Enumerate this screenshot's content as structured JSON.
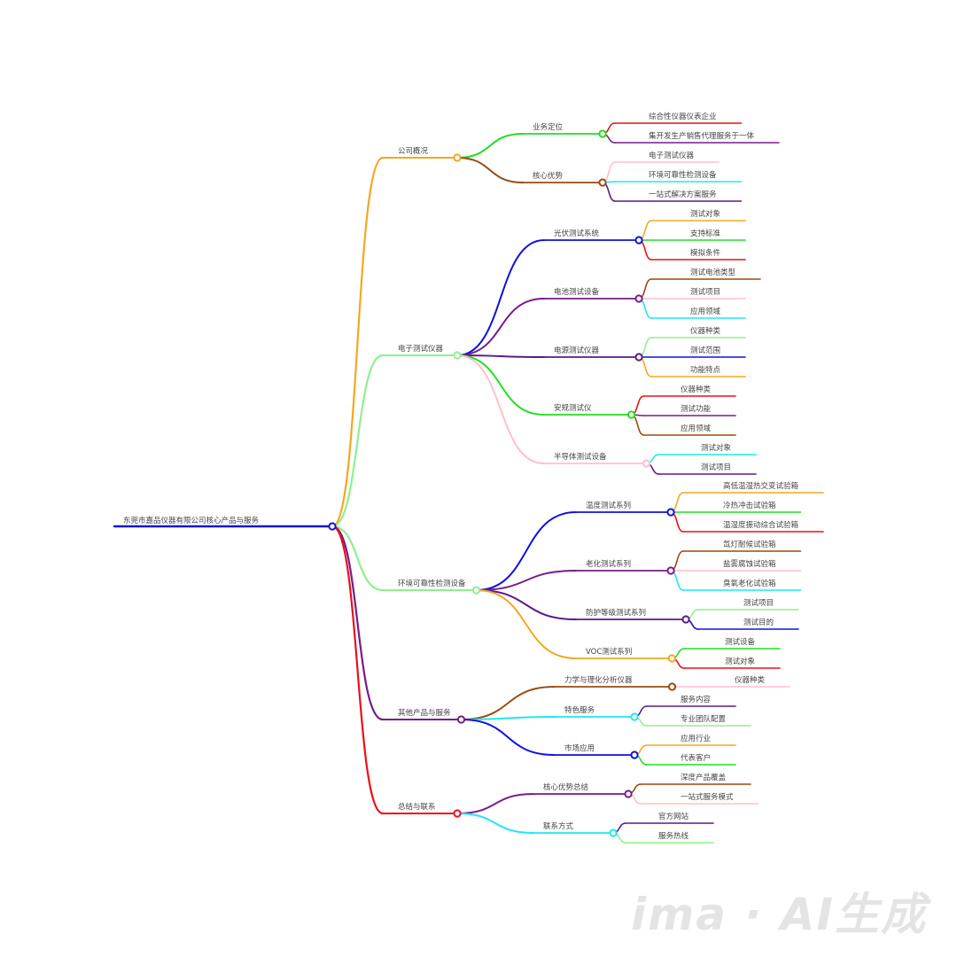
{
  "mindmap": {
    "root": "东莞市嘉品仪器有限公司核心产品与服务",
    "branches": [
      {
        "label": "公司概况",
        "color": "#f5a623",
        "children": [
          {
            "label": "业务定位",
            "color": "#22dd22",
            "children": [
              {
                "label": "综合性仪器仪表企业",
                "color": "#e8101a"
              },
              {
                "label": "集开发生产销售代理服务于一体",
                "color": "#7a1a8c"
              }
            ]
          },
          {
            "label": "核心优势",
            "color": "#9a4a12",
            "children": [
              {
                "label": "电子测试仪器",
                "color": "#ffc0cb"
              },
              {
                "label": "环境可靠性检测设备",
                "color": "#1ee8f0"
              },
              {
                "label": "一站式解决方案服务",
                "color": "#5a1a8c"
              }
            ]
          }
        ]
      },
      {
        "label": "电子测试仪器",
        "color": "#90ee90",
        "children": [
          {
            "label": "光伏测试系统",
            "color": "#1010e0",
            "children": [
              {
                "label": "测试对象",
                "color": "#f5a623"
              },
              {
                "label": "支持标准",
                "color": "#22dd22"
              },
              {
                "label": "模拟条件",
                "color": "#e8101a"
              }
            ]
          },
          {
            "label": "电池测试设备",
            "color": "#7a1a8c",
            "children": [
              {
                "label": "测试电池类型",
                "color": "#9a4a12"
              },
              {
                "label": "测试项目",
                "color": "#ffc0cb"
              },
              {
                "label": "应用领域",
                "color": "#1ee8f0"
              }
            ]
          },
          {
            "label": "电源测试仪器",
            "color": "#5a1a8c",
            "children": [
              {
                "label": "仪器种类",
                "color": "#90ee90"
              },
              {
                "label": "测试范围",
                "color": "#1010e0"
              },
              {
                "label": "功能特点",
                "color": "#f5a623"
              }
            ]
          },
          {
            "label": "安规测试仪",
            "color": "#22dd22",
            "children": [
              {
                "label": "仪器种类",
                "color": "#e8101a"
              },
              {
                "label": "测试功能",
                "color": "#7a1a8c"
              },
              {
                "label": "应用领域",
                "color": "#9a4a12"
              }
            ]
          },
          {
            "label": "半导体测试设备",
            "color": "#ffc0cb",
            "children": [
              {
                "label": "测试对象",
                "color": "#1ee8f0"
              },
              {
                "label": "测试项目",
                "color": "#5a1a8c"
              }
            ]
          }
        ]
      },
      {
        "label": "环境可靠性检测设备",
        "color": "#90ee90",
        "children": [
          {
            "label": "温度测试系列",
            "color": "#1010e0",
            "children": [
              {
                "label": "高低温湿热交变试验箱",
                "color": "#f5a623"
              },
              {
                "label": "冷热冲击试验箱",
                "color": "#22dd22"
              },
              {
                "label": "温湿度振动综合试验箱",
                "color": "#e8101a"
              }
            ]
          },
          {
            "label": "老化测试系列",
            "color": "#7a1a8c",
            "children": [
              {
                "label": "氙灯耐候试验箱",
                "color": "#9a4a12"
              },
              {
                "label": "盐雾腐蚀试验箱",
                "color": "#ffc0cb"
              },
              {
                "label": "臭氧老化试验箱",
                "color": "#1ee8f0"
              }
            ]
          },
          {
            "label": "防护等级测试系列",
            "color": "#5a1a8c",
            "children": [
              {
                "label": "测试项目",
                "color": "#90ee90"
              },
              {
                "label": "测试目的",
                "color": "#1010e0"
              }
            ]
          },
          {
            "label": "VOC测试系列",
            "color": "#f5a623",
            "children": [
              {
                "label": "测试设备",
                "color": "#22dd22"
              },
              {
                "label": "测试对象",
                "color": "#e8101a"
              }
            ]
          }
        ]
      },
      {
        "label": "其他产品与服务",
        "color": "#7a1a8c",
        "children": [
          {
            "label": "力学与理化分析仪器",
            "color": "#9a4a12",
            "children": [
              {
                "label": "仪器种类",
                "color": "#ffc0cb"
              }
            ]
          },
          {
            "label": "特色服务",
            "color": "#1ee8f0",
            "children": [
              {
                "label": "服务内容",
                "color": "#5a1a8c"
              },
              {
                "label": "专业团队配置",
                "color": "#90ee90"
              }
            ]
          },
          {
            "label": "市场应用",
            "color": "#1010e0",
            "children": [
              {
                "label": "应用行业",
                "color": "#f5a623"
              },
              {
                "label": "代表客户",
                "color": "#22dd22"
              }
            ]
          }
        ]
      },
      {
        "label": "总结与联系",
        "color": "#e8101a",
        "children": [
          {
            "label": "核心优势总结",
            "color": "#7a1a8c",
            "children": [
              {
                "label": "深度产品覆盖",
                "color": "#9a4a12"
              },
              {
                "label": "一站式服务模式",
                "color": "#ffc0cb"
              }
            ]
          },
          {
            "label": "联系方式",
            "color": "#1ee8f0",
            "children": [
              {
                "label": "官方网站",
                "color": "#5a1a8c"
              },
              {
                "label": "服务热线",
                "color": "#90ee90"
              }
            ]
          }
        ]
      }
    ]
  },
  "watermark": "ima · AI生成"
}
